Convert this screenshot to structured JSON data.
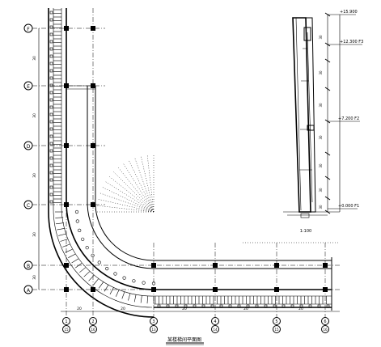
{
  "plan": {
    "row_axes": [
      "F",
      "E",
      "D",
      "C",
      "B",
      "A"
    ],
    "col_axes_top": [
      "1",
      "2",
      "3",
      "4",
      "5",
      "6"
    ],
    "col_axes_bottom": [
      "15",
      "16",
      "13",
      "14",
      "15",
      "16"
    ],
    "bottom_dims": [
      "20",
      "20",
      "20",
      "20",
      "20"
    ],
    "left_dims": [
      "30",
      "30",
      "30",
      "30",
      "30"
    ],
    "caption": "某楼梯间平面图"
  },
  "section": {
    "levels": [
      "+15.900",
      "+12.300 F3",
      "+7.200 F2",
      "+0.000 F1"
    ],
    "dims": [
      "30",
      "30",
      "30",
      "30",
      "30",
      "30",
      "30"
    ],
    "scale": "1:100"
  }
}
